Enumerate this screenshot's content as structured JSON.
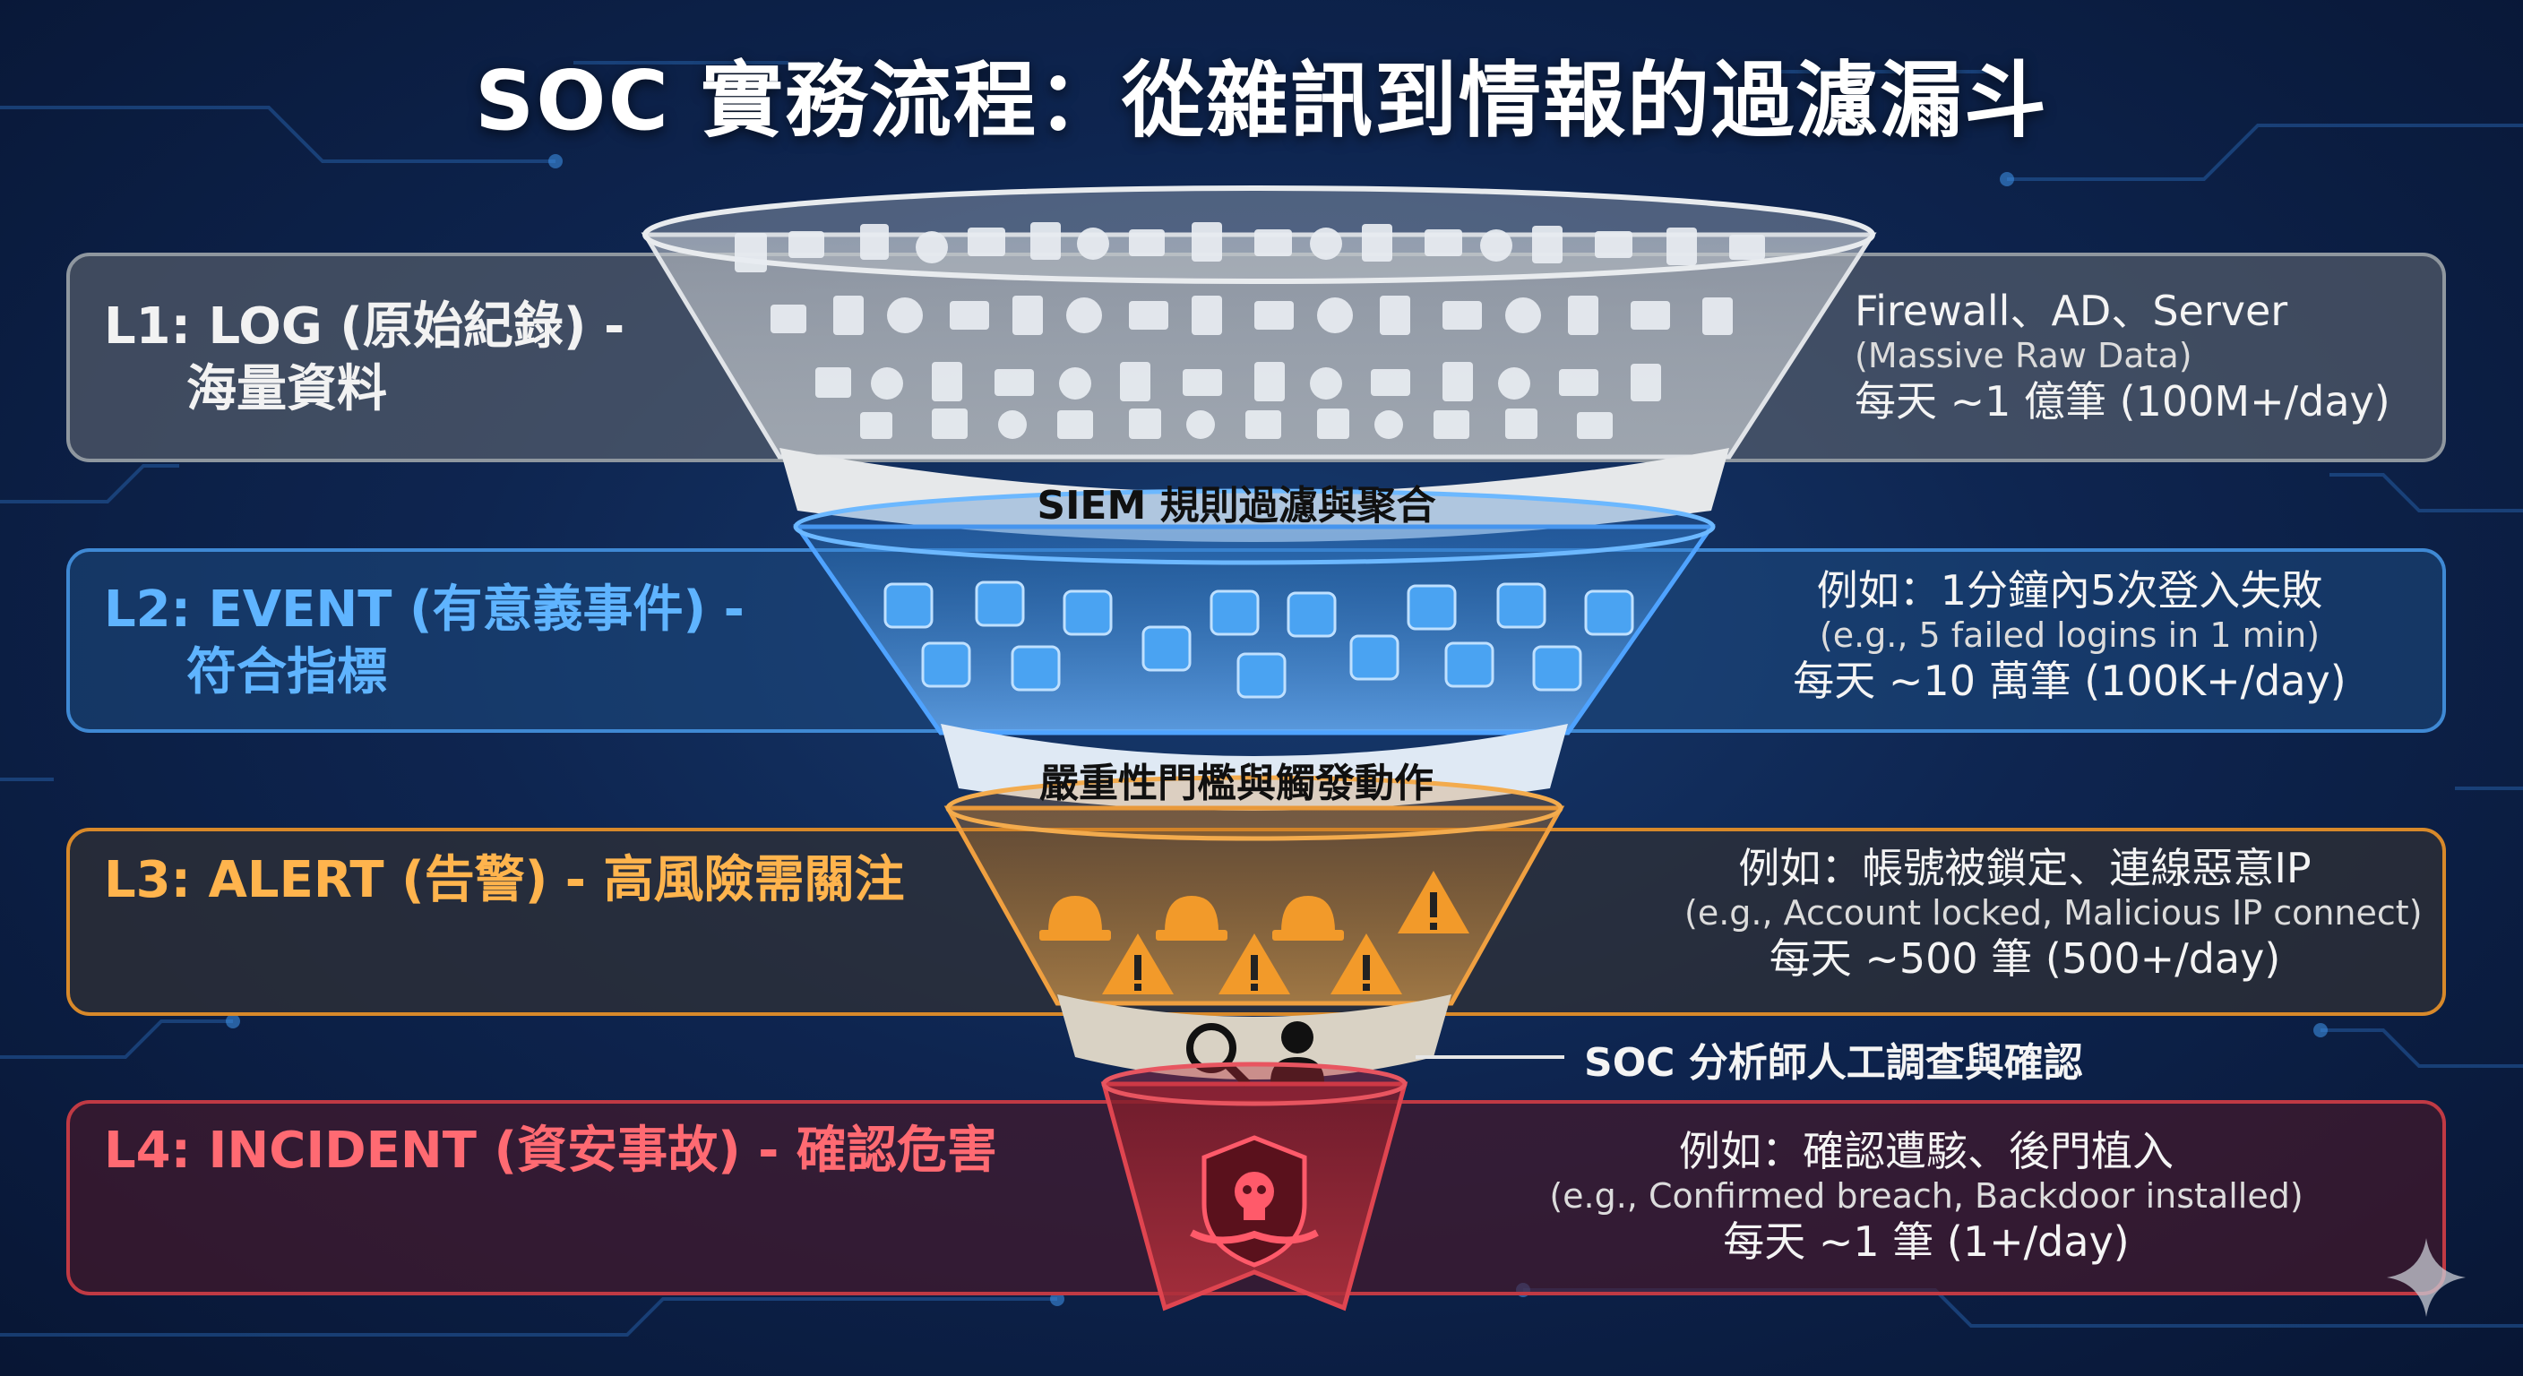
{
  "title": "SOC 實務流程：從雜訊到情報的過濾漏斗",
  "levels": [
    {
      "id": "L1",
      "label_line1": "L1: LOG (原始紀錄) -",
      "label_line2": "海量資料",
      "info_line1": "Firewall、AD、Server",
      "info_line2": "(Massive Raw Data)",
      "info_line3": "每天 ~1 億筆 (100M+/day)",
      "color": "#8f979f"
    },
    {
      "id": "L2",
      "label_line1": "L2: EVENT (有意義事件) -",
      "label_line2": "符合指標",
      "info_line1": "例如：1分鐘內5次登入失敗",
      "info_line2": "(e.g., 5 failed logins in 1 min)",
      "info_line3": "每天 ~10 萬筆 (100K+/day)",
      "color": "#3f89d4"
    },
    {
      "id": "L3",
      "label_line1": "L3: ALERT (告警) - 高風險需關注",
      "info_line1": "例如：帳號被鎖定、連線惡意IP",
      "info_line2": "(e.g., Account locked, Malicious IP connect)",
      "info_line3": "每天 ~500 筆 (500+/day)",
      "color": "#d8892a"
    },
    {
      "id": "L4",
      "label_line1": "L4: INCIDENT (資安事故) - 確認危害",
      "info_line1": "例如：確認遭駭、後門植入",
      "info_line2": "(e.g., Confirmed breach, Backdoor installed)",
      "info_line3": "每天 ~1 筆 (1+/day)",
      "color": "#c03a44"
    }
  ],
  "stages": {
    "siem": "SIEM 規則過濾與聚合",
    "threshold": "嚴重性門檻與觸發動作",
    "analyst": "SOC 分析師人工調查與確認"
  },
  "icons": {
    "l1": [
      "document-icon",
      "cloud-icon",
      "server-icon",
      "gear-icon",
      "warning-icon",
      "database-icon",
      "network-icon",
      "terminal-icon"
    ],
    "l2": "key-card-icon",
    "l3": [
      "siren-icon",
      "warning-icon"
    ],
    "l4": "skull-shield-icon",
    "analyst": [
      "magnifier-icon",
      "analyst-icon"
    ],
    "brand": "sparkle-icon"
  }
}
